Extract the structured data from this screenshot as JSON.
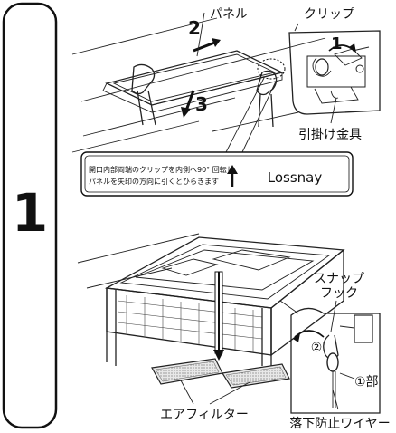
{
  "step": {
    "number": "1"
  },
  "top": {
    "arrow_2": "2",
    "arrow_3": "3",
    "panel_label": "パネル",
    "clip_label": "クリップ",
    "detail_1": "1",
    "hook_bracket_label": "引掛け金具"
  },
  "label_card": {
    "line1": "開口内部両端のクリップを内側へ90° 回転し",
    "line2": "パネルを矢印の方向に引くとひらきます",
    "brand": "Lossnay"
  },
  "bottom": {
    "snap_hook_line1": "スナップ",
    "snap_hook_line2": "フック",
    "circle_2": "②",
    "part_1": "①部",
    "air_filter_label": "エアフィルター",
    "fall_prevention_wire_label": "落下防止ワイヤー"
  }
}
